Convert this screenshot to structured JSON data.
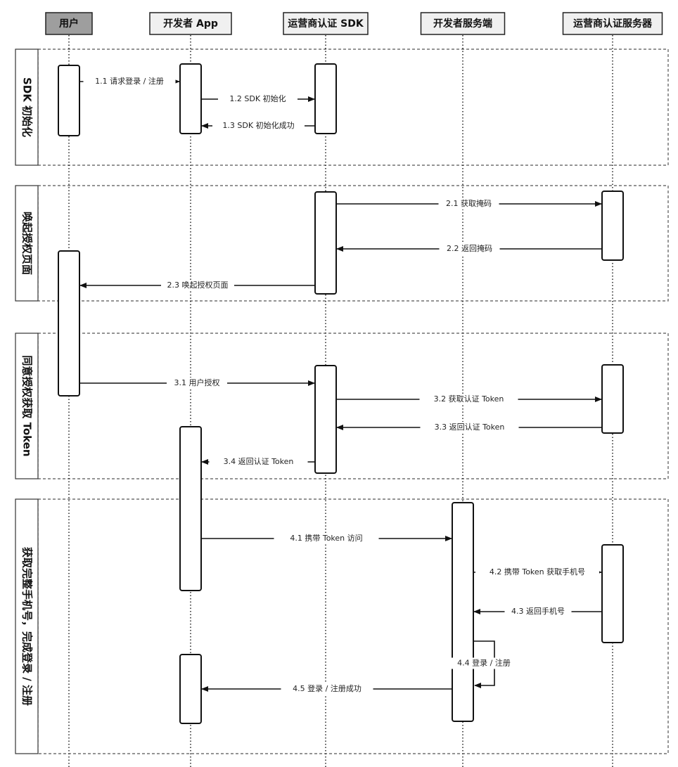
{
  "participants": [
    {
      "name": "用户",
      "fill": "#9e9e9e"
    },
    {
      "name": "开发者 App",
      "fill": "#f0f0f0"
    },
    {
      "name": "运营商认证 SDK",
      "fill": "#f0f0f0"
    },
    {
      "name": "开发者服务端",
      "fill": "#f0f0f0"
    },
    {
      "name": "运营商认证服务器",
      "fill": "#f0f0f0"
    }
  ],
  "groups": [
    {
      "label": "SDK 初始化"
    },
    {
      "label": "唤起授权页面"
    },
    {
      "label": "同意授权获取 Token"
    },
    {
      "label": "获取完整手机号，完成登录 / 注册"
    }
  ],
  "messages": [
    {
      "label": "1.1 请求登录 / 注册",
      "from": 0,
      "to": 1
    },
    {
      "label": "1.2 SDK 初始化",
      "from": 1,
      "to": 2
    },
    {
      "label": "1.3 SDK 初始化成功",
      "from": 2,
      "to": 1
    },
    {
      "label": "2.1 获取掩码",
      "from": 2,
      "to": 4
    },
    {
      "label": "2.2 返回掩码",
      "from": 4,
      "to": 2
    },
    {
      "label": "2.3 唤起授权页面",
      "from": 2,
      "to": 0
    },
    {
      "label": "3.1 用户授权",
      "from": 0,
      "to": 2
    },
    {
      "label": "3.2 获取认证 Token",
      "from": 2,
      "to": 4
    },
    {
      "label": "3.3 返回认证 Token",
      "from": 4,
      "to": 2
    },
    {
      "label": "3.4 返回认证 Token",
      "from": 2,
      "to": 1
    },
    {
      "label": "4.1 携带 Token 访问",
      "from": 1,
      "to": 3
    },
    {
      "label": "4.2 携带 Token 获取手机号",
      "from": 3,
      "to": 4
    },
    {
      "label": "4.3 返回手机号",
      "from": 4,
      "to": 3
    },
    {
      "label": "4.4 登录 / 注册",
      "from": 3,
      "to": 3
    },
    {
      "label": "4.5 登录 / 注册成功",
      "from": 3,
      "to": 1
    }
  ]
}
